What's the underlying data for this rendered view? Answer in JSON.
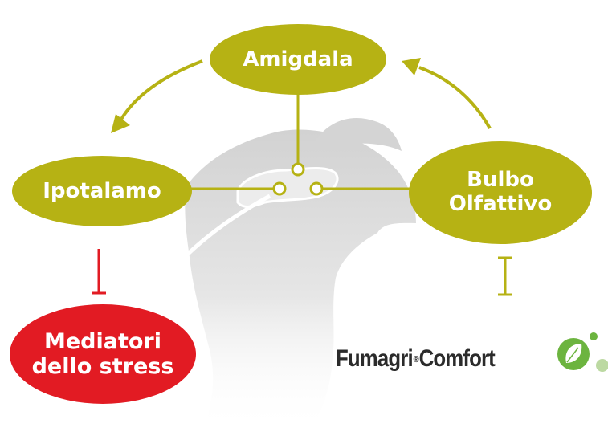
{
  "nodes": {
    "amigdala": "Amigdala",
    "ipotalamo": "Ipotalamo",
    "bulbo": [
      "Bulbo",
      "Olfattivo"
    ],
    "mediatori": [
      "Mediatori",
      "dello stress"
    ]
  },
  "brand": {
    "name_part1": "Fumagri",
    "registered": "®",
    "name_part2": "Comfort",
    "logo": "leaf-logo-icon"
  },
  "colors": {
    "node": "#b6b214",
    "stress": "#e21b23",
    "silhouette": "#dedede",
    "brand_text": "#2b2b2b"
  }
}
